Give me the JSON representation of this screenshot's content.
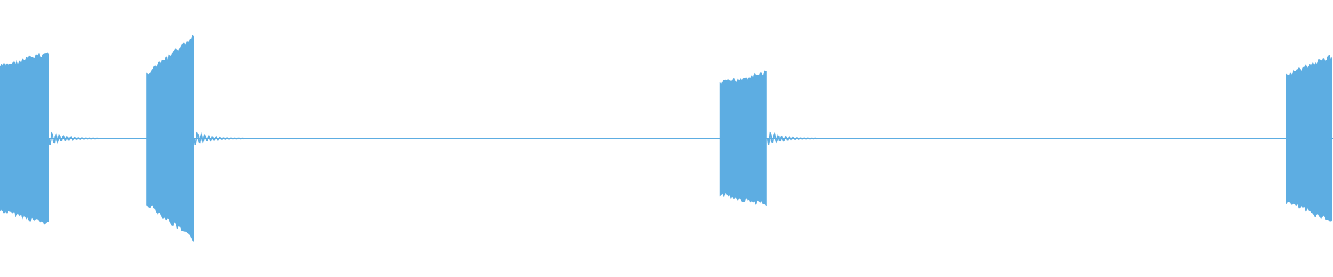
{
  "waveform": {
    "color": "#5DADE2",
    "bursts": [
      {
        "start_fraction": 0.0,
        "end_fraction": 0.037,
        "peak_amplitude_start": 0.52,
        "peak_amplitude_end": 0.62
      },
      {
        "start_fraction": 0.11,
        "end_fraction": 0.146,
        "peak_amplitude_start": 0.47,
        "peak_amplitude_end": 0.74
      },
      {
        "start_fraction": 0.54,
        "end_fraction": 0.576,
        "peak_amplitude_start": 0.4,
        "peak_amplitude_end": 0.48
      },
      {
        "start_fraction": 0.965,
        "end_fraction": 1.0,
        "peak_amplitude_start": 0.46,
        "peak_amplitude_end": 0.6
      }
    ],
    "baseline_amplitude": 0.01
  }
}
